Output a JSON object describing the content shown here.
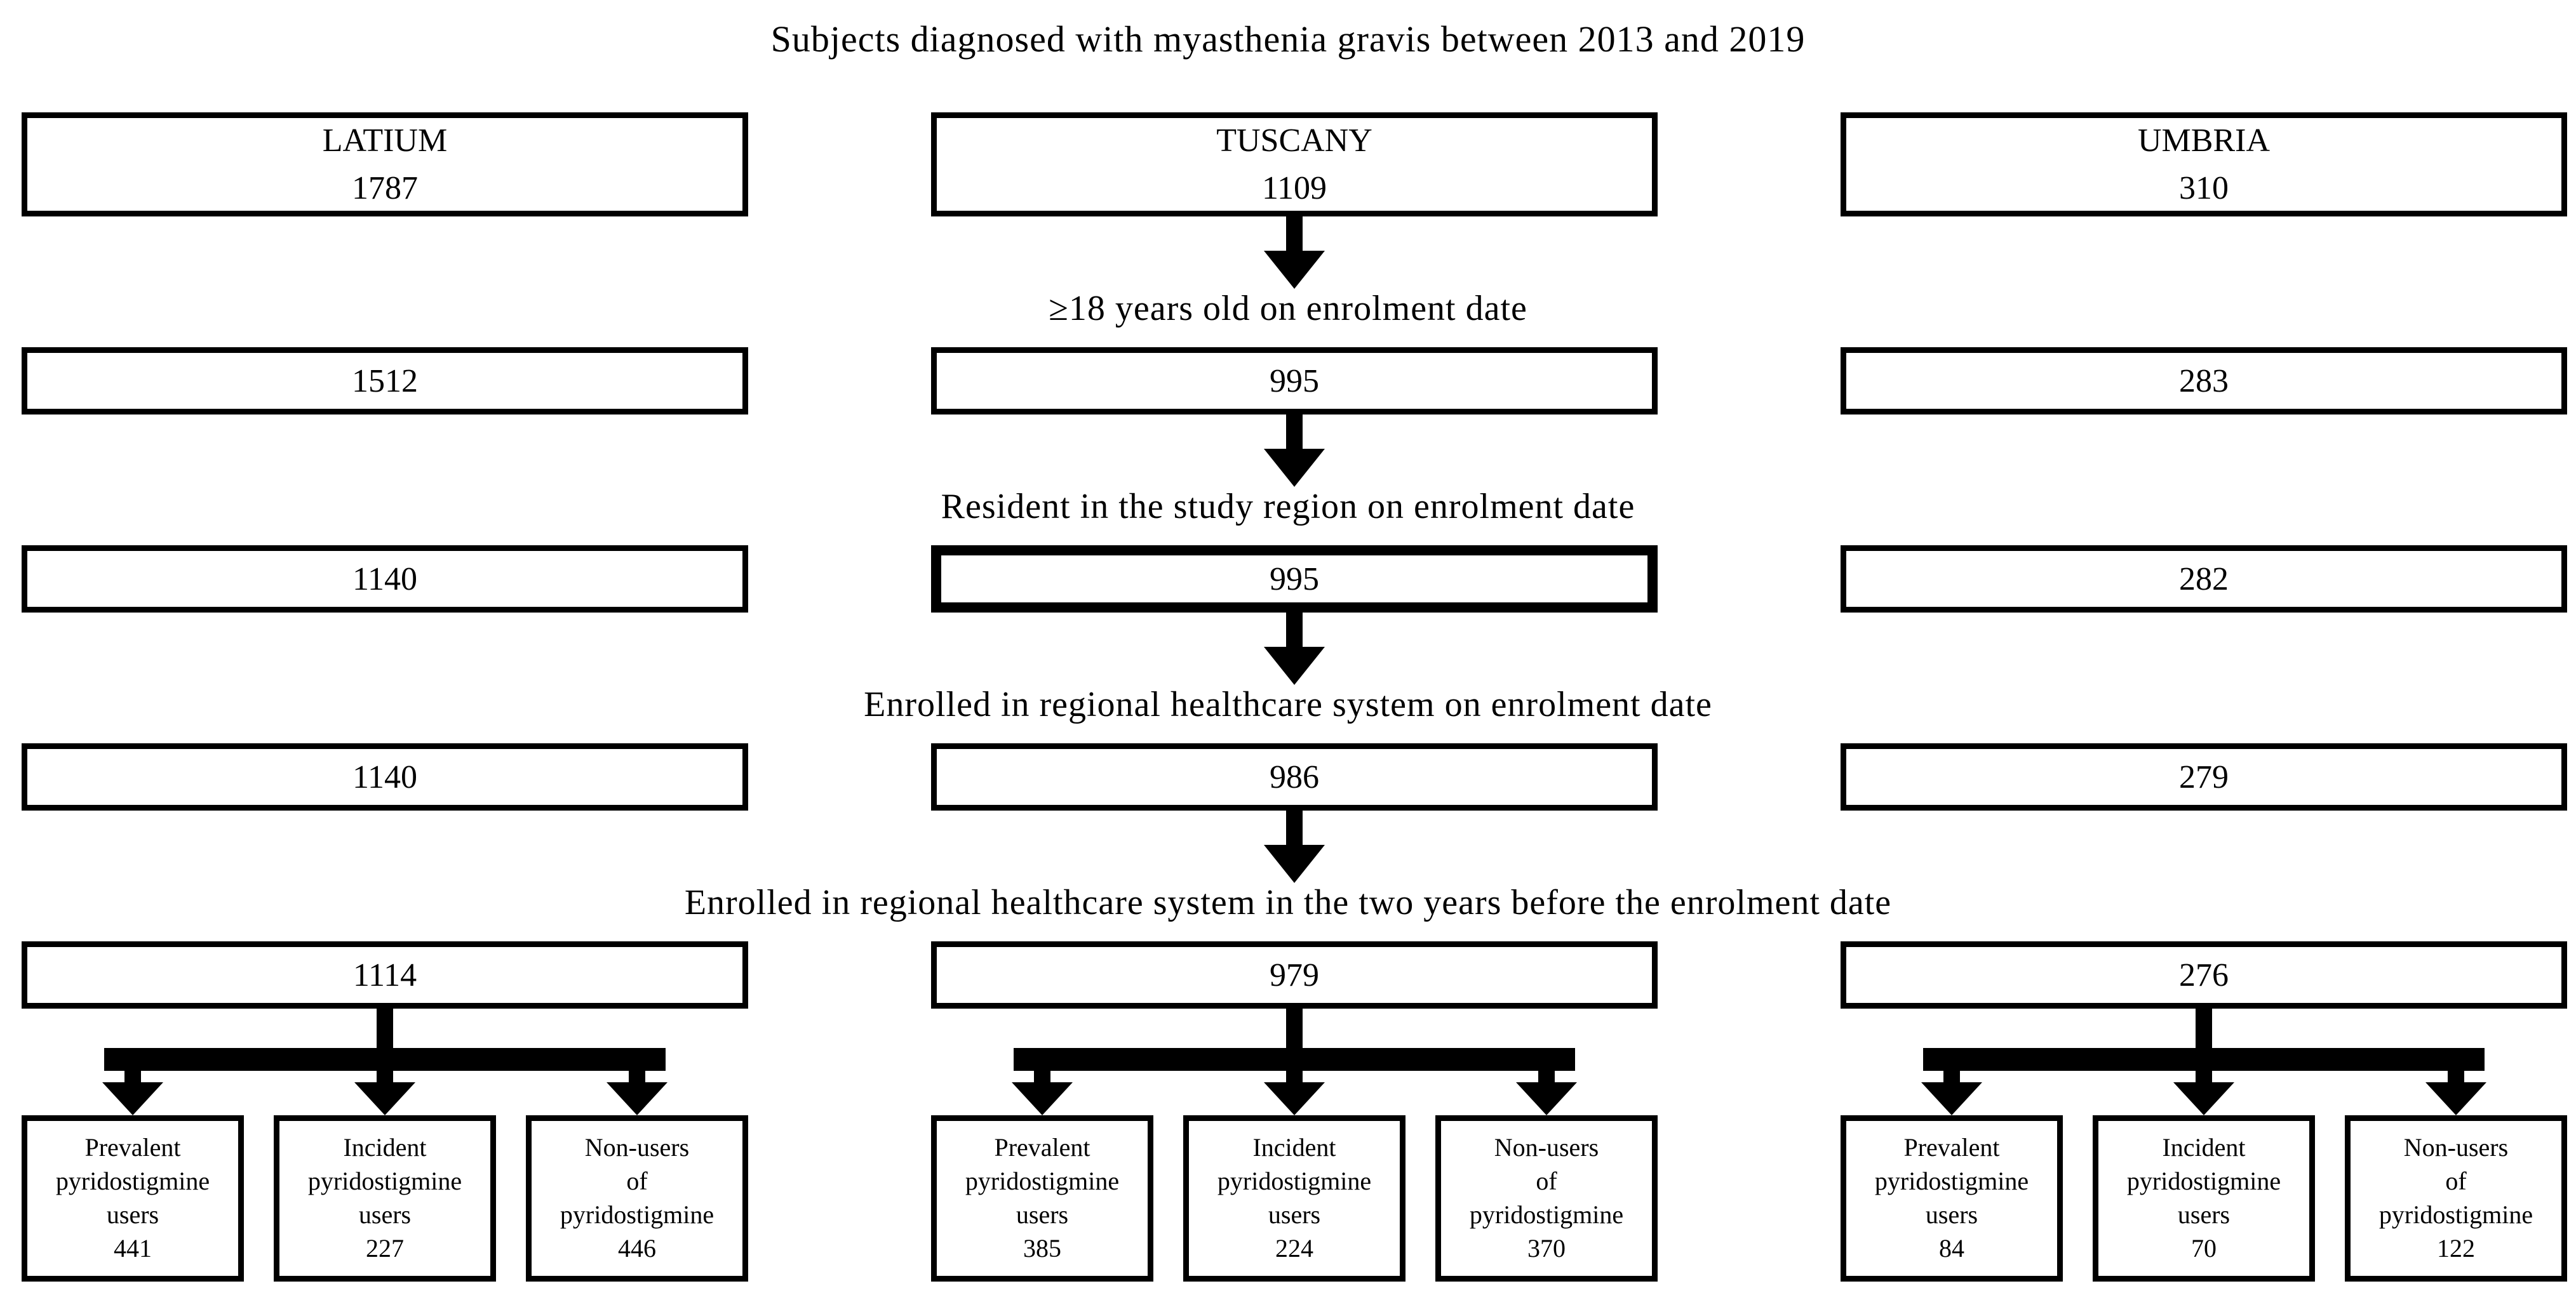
{
  "title": "Subjects diagnosed with myasthenia gravis between 2013 and 2019",
  "colors": {
    "background": "#ffffff",
    "box_border": "#000000",
    "text": "#000000"
  },
  "regions": [
    {
      "name": "LATIUM",
      "initial": "1787"
    },
    {
      "name": "TUSCANY",
      "initial": "1109"
    },
    {
      "name": "UMBRIA",
      "initial": "310"
    }
  ],
  "steps": [
    {
      "criterion": "≥18 years old on enrolment date",
      "counts": [
        "1512",
        "995",
        "283"
      ]
    },
    {
      "criterion": "Resident in the study region on enrolment date",
      "counts": [
        "1140",
        "995",
        "282"
      ]
    },
    {
      "criterion": "Enrolled in regional healthcare system on enrolment date",
      "counts": [
        "1140",
        "986",
        "279"
      ]
    },
    {
      "criterion": "Enrolled in regional healthcare system in the two years before the enrolment date",
      "counts": [
        "1114",
        "979",
        "276"
      ]
    }
  ],
  "outcome_groups": [
    {
      "label": "Prevalent\npyridostigmine\nusers",
      "counts": [
        "441",
        "385",
        "84"
      ]
    },
    {
      "label": "Incident\npyridostigmine\nusers",
      "counts": [
        "227",
        "224",
        "70"
      ]
    },
    {
      "label": "Non-users\nof\npyridostigmine",
      "counts": [
        "446",
        "370",
        "122"
      ]
    }
  ]
}
